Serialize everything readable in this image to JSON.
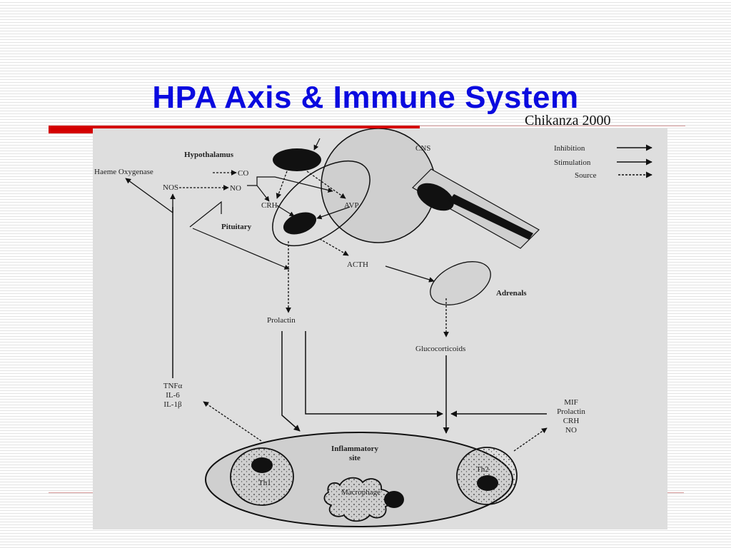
{
  "slide": {
    "title": "HPA Axis & Immune System",
    "citation": "Chikanza 2000"
  },
  "colors": {
    "title": "#0a0adf",
    "accent_bar": "#d40000",
    "rule": "#d89a9a",
    "figure_bg": "#dedede",
    "shape_fill": "#cfcfcf",
    "ink": "#111111"
  },
  "legend": {
    "inhibition": "Inhibition",
    "stimulation": "Stimulation",
    "source": "Source"
  },
  "diagram": {
    "cns": "CNS",
    "hypothalamus": "Hypothalamus",
    "haeme_oxygenase": "Haeme Oxygenase",
    "nos": "NOS",
    "co": "CO",
    "no": "NO",
    "crh": "CRH",
    "avp": "AVP",
    "pituitary": "Pituitary",
    "acth": "ACTH",
    "adrenals": "Adrenals",
    "prolactin": "Prolactin",
    "glucocorticoids": "Glucocorticoids",
    "cytokines": [
      "TNFα",
      "IL-6",
      "IL-1β"
    ],
    "mediators": [
      "MIF",
      "Prolactin",
      "CRH",
      "NO"
    ],
    "inflammatory_site": [
      "Inflammatory",
      "site"
    ],
    "th1": "Th1",
    "th2": "Th2",
    "macrophage": "Macrophage"
  }
}
